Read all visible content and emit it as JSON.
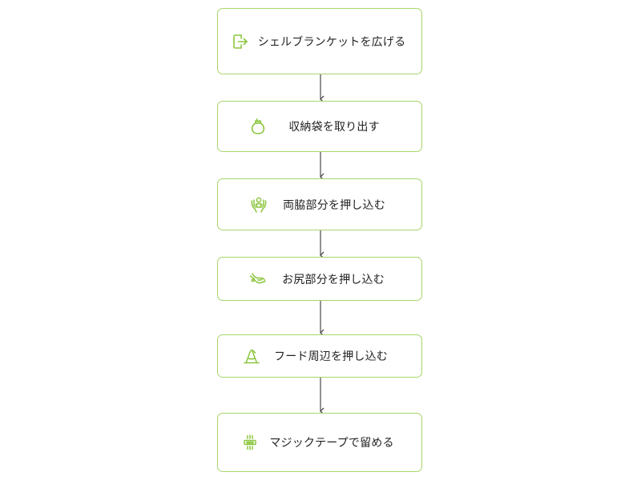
{
  "accent_color": "#a9d56b",
  "icon_color": "#8cc63f",
  "connector_color": "#4a4a4a",
  "steps": [
    {
      "label": "シェルブランケットを広げる",
      "icon": "exit-arrow-icon"
    },
    {
      "label": "収納袋を取り出す",
      "icon": "pouch-bag-icon"
    },
    {
      "label": "両脇部分を押し込む",
      "icon": "hands-holding-figure-icon"
    },
    {
      "label": "お尻部分を押し込む",
      "icon": "hand-press-icon"
    },
    {
      "label": "フード周辺を押し込む",
      "icon": "hood-hat-icon"
    },
    {
      "label": "マジックテープで留める",
      "icon": "fastener-strip-icon"
    }
  ]
}
